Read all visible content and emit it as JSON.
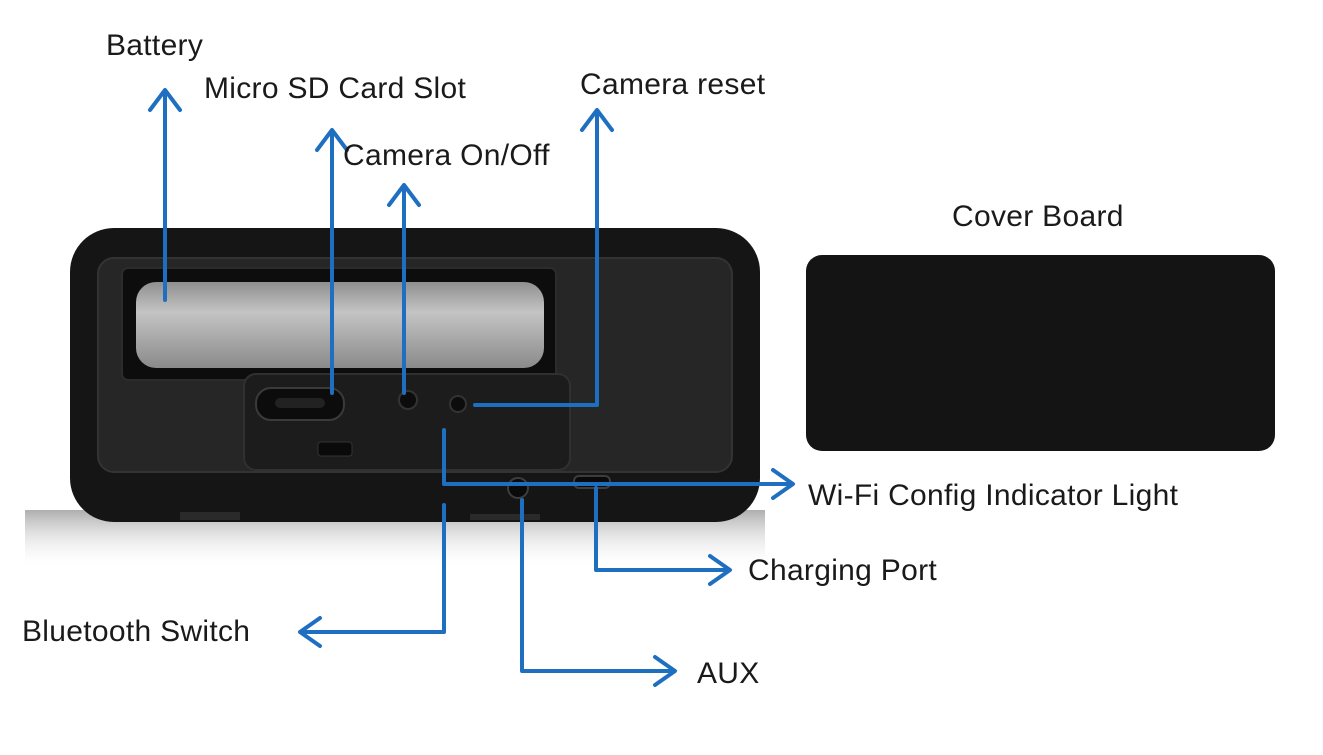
{
  "labels": {
    "battery": "Battery",
    "micro_sd": "Micro SD Card Slot",
    "camera_reset": "Camera reset",
    "camera_onoff": "Camera On/Off",
    "cover_board": "Cover Board",
    "wifi_light": "Wi-Fi Config Indicator Light",
    "charging_port": "Charging Port",
    "bluetooth_switch": "Bluetooth Switch",
    "aux": "AUX"
  },
  "colors": {
    "arrow": "#1f6fc1",
    "device_body": "#151515",
    "device_rim": "#262626",
    "battery_cell": "#a9a9a9",
    "cover_board": "#141414"
  }
}
